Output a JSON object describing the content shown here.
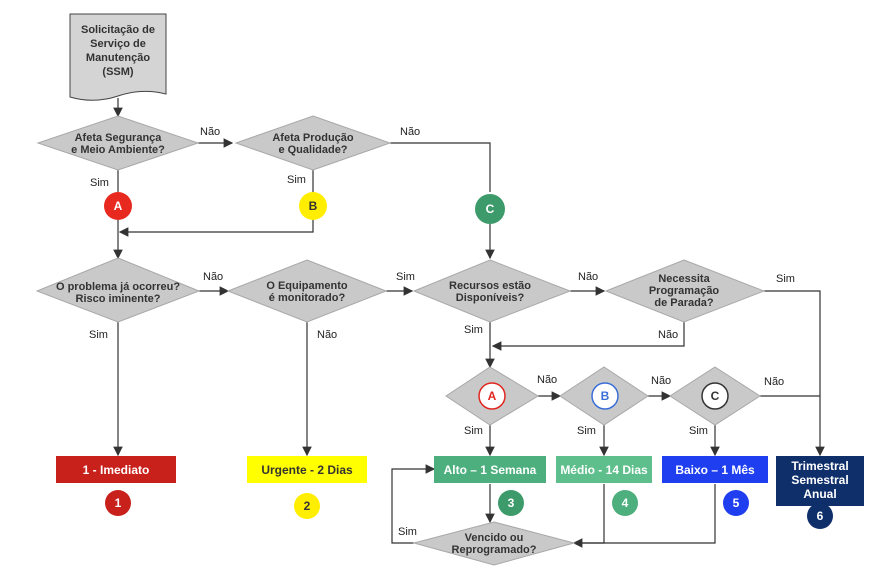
{
  "document": {
    "lines": [
      "Solicitação de",
      "Serviço de",
      "Manutenção",
      "(SSM)"
    ]
  },
  "decisions": {
    "d1": [
      "Afeta Segurança",
      "e Meio Ambiente?"
    ],
    "d2": [
      "Afeta Produção",
      "e Qualidade?"
    ],
    "d3": [
      "O problema já ocorreu?",
      "Risco iminente?"
    ],
    "d4": [
      "O Equipamento",
      "é monitorado?"
    ],
    "d5": [
      "Recursos estão",
      "Disponíveis?"
    ],
    "d6": [
      "Necessita",
      "Programação",
      "de Parada?"
    ],
    "d7": [
      "Vencido ou",
      "Reprogramado?"
    ]
  },
  "sub_decisions": {
    "a": "A",
    "b": "B",
    "c": "C"
  },
  "circles": {
    "a": "A",
    "b": "B",
    "c": "C"
  },
  "edge_labels": {
    "no1": "Não",
    "no2": "Não",
    "yes1": "Sim",
    "yes2": "Sim",
    "no3": "Não",
    "yes3": "Sim",
    "no4": "Não",
    "yes4": "Sim",
    "no5": "Não",
    "yes5": "Sim",
    "no6": "Não",
    "yes6": "Sim",
    "no7": "Não",
    "yes7": "Sim",
    "no8": "Não",
    "yes8": "Sim",
    "no9": "Não",
    "yes9": "Sim"
  },
  "priorities": [
    {
      "label": "1 - Imediato",
      "num": "1"
    },
    {
      "label": "Urgente - 2 Dias",
      "num": "2"
    },
    {
      "label": "Alto – 1 Semana",
      "num": "3"
    },
    {
      "label": "Médio - 14 Dias",
      "num": "4"
    },
    {
      "label": "Baixo – 1 Mês",
      "num": "5"
    },
    {
      "label_lines": [
        "Trimestral",
        "Semestral",
        "Anual"
      ],
      "num": "6"
    }
  ],
  "colors": {
    "red": "#cc1f1a",
    "yellow": "#ffff00",
    "green": "#4caf7d",
    "blue": "#1f3ef0",
    "navy": "#0f2f6b",
    "gray": "#c9c9c9"
  }
}
